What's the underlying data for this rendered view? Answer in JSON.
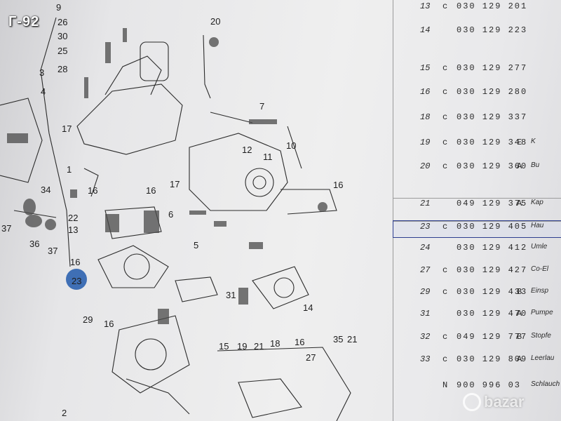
{
  "listing_label": "Г-92",
  "diagram": {
    "callout_numbers": [
      "9",
      "26",
      "30",
      "25",
      "28",
      "3",
      "4",
      "20",
      "17",
      "1",
      "34",
      "37",
      "36",
      "37",
      "22",
      "13",
      "16",
      "23",
      "16",
      "16",
      "17",
      "6",
      "7",
      "12",
      "11",
      "10",
      "16",
      "5",
      "31",
      "29",
      "16",
      "14",
      "15",
      "19",
      "21",
      "18",
      "16",
      "27",
      "35",
      "21",
      "2"
    ],
    "highlighted_callout": "23",
    "highlight_color": "#3f6fb5"
  },
  "parts_table": {
    "rows": [
      {
        "pos": "13",
        "code": "c",
        "part": "030 129 201",
        "variant": "",
        "desc": ""
      },
      {
        "pos": "14",
        "code": "",
        "part": "030 129 223",
        "variant": "",
        "desc": ""
      },
      {
        "pos": "15",
        "code": "c",
        "part": "030 129 277",
        "variant": "",
        "desc": ""
      },
      {
        "pos": "16",
        "code": "c",
        "part": "030 129 280",
        "variant": "",
        "desc": ""
      },
      {
        "pos": "18",
        "code": "c",
        "part": "030 129 337",
        "variant": "",
        "desc": ""
      },
      {
        "pos": "19",
        "code": "c",
        "part": "030 129 348",
        "variant": "E",
        "desc": "K"
      },
      {
        "pos": "20",
        "code": "c",
        "part": "030 129 360",
        "variant": "A",
        "desc": "Bu"
      },
      {
        "pos": "21",
        "code": "",
        "part": "049 129 375",
        "variant": "A",
        "desc": "Kap"
      },
      {
        "pos": "23",
        "code": "c",
        "part": "030 129 405",
        "variant": "",
        "desc": "Hau"
      },
      {
        "pos": "24",
        "code": "",
        "part": "030 129 412",
        "variant": "",
        "desc": "Umle"
      },
      {
        "pos": "27",
        "code": "c",
        "part": "030 129 427",
        "variant": "",
        "desc": "Co-El"
      },
      {
        "pos": "29",
        "code": "c",
        "part": "030 129 433",
        "variant": "B",
        "desc": "Einsp"
      },
      {
        "pos": "31",
        "code": "",
        "part": "030 129 470",
        "variant": "A",
        "desc": "Pumpe"
      },
      {
        "pos": "32",
        "code": "c",
        "part": "049 129 777",
        "variant": "B",
        "desc": "Stopfe"
      },
      {
        "pos": "33",
        "code": "c",
        "part": "030 129 809",
        "variant": "A",
        "desc": "Leerlau"
      },
      {
        "pos": "",
        "code": "N",
        "part": "900 996 03",
        "variant": "",
        "desc": "Schlauch"
      }
    ],
    "selected_row_pos": "23",
    "selection_color": "#2d3e8f"
  },
  "watermark": "bazar"
}
